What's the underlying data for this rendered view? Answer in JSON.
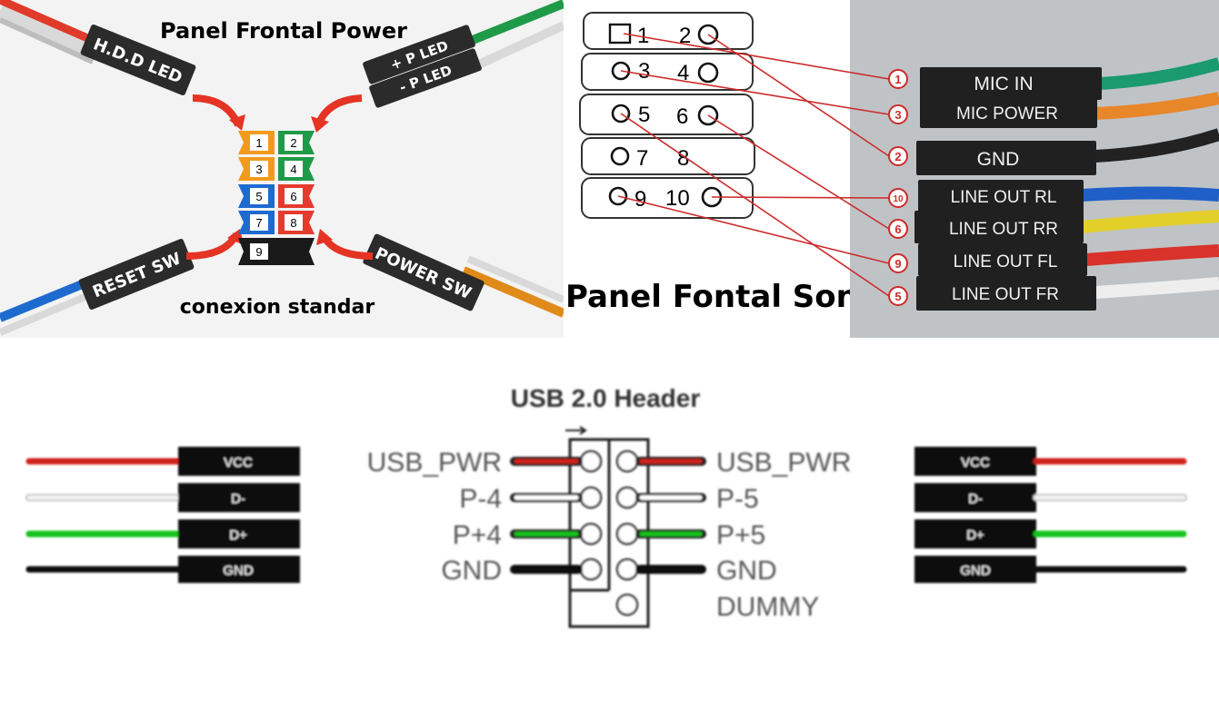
{
  "power_panel": {
    "title": "Panel Frontal Power",
    "subtitle": "conexion standar",
    "hdd_led": "H.D.D LED",
    "p_led_plus": "+ P  LED",
    "p_led_minus": "- P  LED",
    "reset_sw": "RESET SW",
    "power_sw": "POWER SW",
    "pins": [
      "1",
      "2",
      "3",
      "4",
      "5",
      "6",
      "7",
      "8",
      "9"
    ],
    "colors": {
      "orange": "#f29a1c",
      "green": "#1f9a48",
      "blue": "#1e6bd0",
      "red": "#e43b2d",
      "black": "#1a1a1a"
    }
  },
  "audio_panel": {
    "title": "Panel Fontal Sonido",
    "pins": [
      {
        "left": "1",
        "right": "2"
      },
      {
        "left": "3",
        "right": "4"
      },
      {
        "left": "5",
        "right": "6"
      },
      {
        "left": "7",
        "right": "8"
      },
      {
        "left": "9",
        "right": "10"
      }
    ],
    "connectors": [
      {
        "label": "MIC IN",
        "marker": "1",
        "wire": "#1a9a6e"
      },
      {
        "label": "MIC POWER",
        "marker": "3",
        "wire": "#e8862a"
      },
      {
        "label": "GND",
        "marker": "2",
        "wire": "#222222"
      },
      {
        "label": "LINE OUT RL",
        "marker": "10",
        "wire": "#1f5fc8"
      },
      {
        "label": "LINE OUT RR",
        "marker": "6",
        "wire": "#e3cf2a"
      },
      {
        "label": "LINE OUT FL",
        "marker": "9",
        "wire": "#d8322b"
      },
      {
        "label": "LINE OUT FR",
        "marker": "5",
        "wire": "#e6e6e6"
      }
    ]
  },
  "usb_panel": {
    "title": "USB 2.0 Header",
    "left_connector": [
      {
        "label": "VCC",
        "wire": "#d0201d"
      },
      {
        "label": "D-",
        "wire": "#f2f2f2"
      },
      {
        "label": "D+",
        "wire": "#16c21f"
      },
      {
        "label": "GND",
        "wire": "#111111"
      }
    ],
    "right_connector": [
      {
        "label": "VCC",
        "wire": "#d0201d"
      },
      {
        "label": "D-",
        "wire": "#f2f2f2"
      },
      {
        "label": "D+",
        "wire": "#16c21f"
      },
      {
        "label": "GND",
        "wire": "#111111"
      }
    ],
    "header_left": [
      "USB_PWR",
      "P-4",
      "P+4",
      "GND"
    ],
    "header_right": [
      "USB_PWR",
      "P-5",
      "P+5",
      "GND",
      "DUMMY"
    ]
  }
}
